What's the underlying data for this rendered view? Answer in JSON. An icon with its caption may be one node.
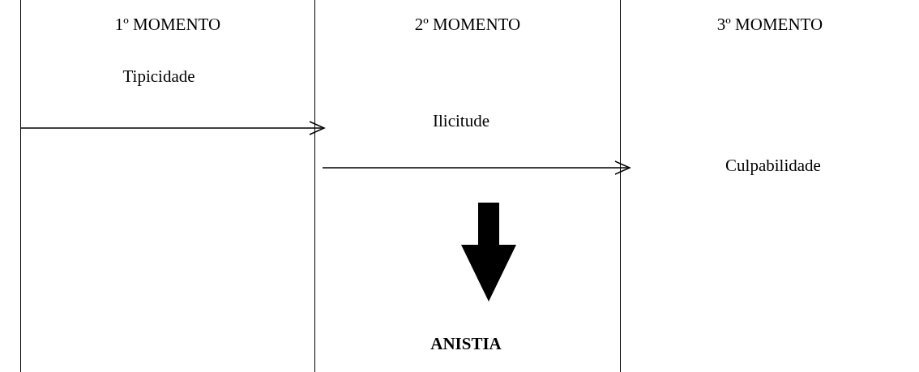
{
  "diagram": {
    "nodes": [
      {
        "text": [
          "1º MOMENTO"
        ]
      },
      {
        "text": [
          "Tipicidade"
        ],
        "in": 0
      },
      {
        "text": [
          "2º MOMENTO"
        ]
      },
      {
        "text": [
          "Ilicitude"
        ],
        "in": 2
      },
      {
        "text": [
          "ANISTIA"
        ],
        "in": 2
      },
      {
        "text": [
          "3º MOMENTO"
        ]
      },
      {
        "text": [
          "Culpabilidade"
        ],
        "in": 5
      }
    ],
    "edges": [
      {
        "from": 0,
        "to": 2,
        "arrow": "to"
      },
      {
        "from": 2,
        "to": 5,
        "arrow": "to"
      },
      {
        "from": null,
        "to": 4,
        "arrow": "to",
        "style": "thick"
      }
    ]
  }
}
